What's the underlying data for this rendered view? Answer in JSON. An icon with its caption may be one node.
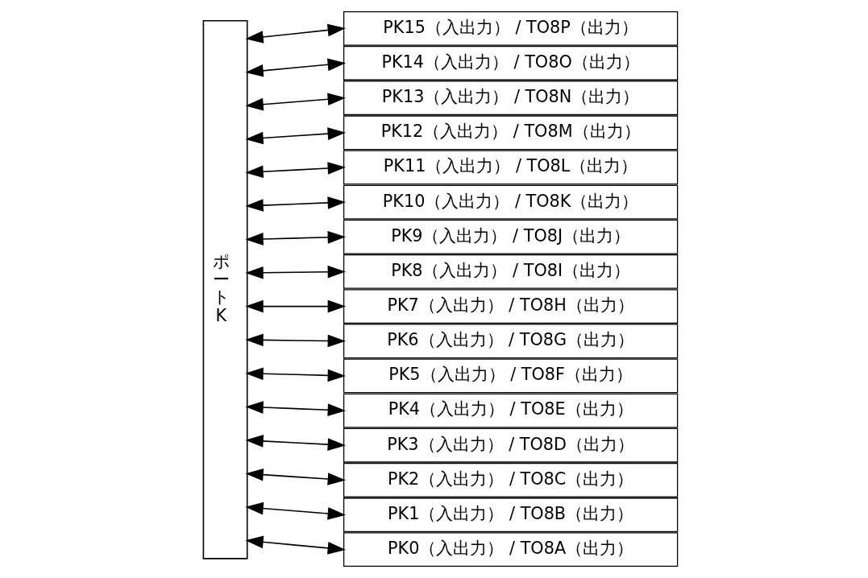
{
  "diagram": {
    "nodes": [
      {
        "text": [
          "ポートK"
        ]
      },
      {
        "text": [
          "PK15（入出力） / TO8P（出力）"
        ]
      },
      {
        "text": [
          "PK14（入出力） / TO8O（出力）"
        ]
      },
      {
        "text": [
          "PK13（入出力） / TO8N（出力）"
        ]
      },
      {
        "text": [
          "PK12（入出力） / TO8M（出力）"
        ]
      },
      {
        "text": [
          "PK11（入出力） / TO8L（出力）"
        ]
      },
      {
        "text": [
          "PK10（入出力） / TO8K（出力）"
        ]
      },
      {
        "text": [
          "PK9（入出力） / TO8J（出力）"
        ]
      },
      {
        "text": [
          "PK8（入出力） / TO8I（出力）"
        ]
      },
      {
        "text": [
          "PK7（入出力） / TO8H（出力）"
        ]
      },
      {
        "text": [
          "PK6（入出力） / TO8G（出力）"
        ]
      },
      {
        "text": [
          "PK5（入出力） / TO8F（出力）"
        ]
      },
      {
        "text": [
          "PK4（入出力） / TO8E（出力）"
        ]
      },
      {
        "text": [
          "PK3（入出力） / TO8D（出力）"
        ]
      },
      {
        "text": [
          "PK2（入出力） / TO8C（出力）"
        ]
      },
      {
        "text": [
          "PK1（入出力） / TO8B（出力）"
        ]
      },
      {
        "text": [
          "PK0（入出力） / TO8A（出力）"
        ]
      }
    ],
    "edges": [
      {
        "from": 0,
        "to": 1,
        "arrow": "both"
      },
      {
        "from": 0,
        "to": 2,
        "arrow": "both"
      },
      {
        "from": 0,
        "to": 3,
        "arrow": "both"
      },
      {
        "from": 0,
        "to": 4,
        "arrow": "both"
      },
      {
        "from": 0,
        "to": 5,
        "arrow": "both"
      },
      {
        "from": 0,
        "to": 6,
        "arrow": "both"
      },
      {
        "from": 0,
        "to": 7,
        "arrow": "both"
      },
      {
        "from": 0,
        "to": 8,
        "arrow": "both"
      },
      {
        "from": 0,
        "to": 9,
        "arrow": "both"
      },
      {
        "from": 0,
        "to": 10,
        "arrow": "both"
      },
      {
        "from": 0,
        "to": 11,
        "arrow": "both"
      },
      {
        "from": 0,
        "to": 12,
        "arrow": "both"
      },
      {
        "from": 0,
        "to": 13,
        "arrow": "both"
      },
      {
        "from": 0,
        "to": 14,
        "arrow": "both"
      },
      {
        "from": 0,
        "to": 15,
        "arrow": "both"
      },
      {
        "from": 0,
        "to": 16,
        "arrow": "both"
      }
    ]
  }
}
